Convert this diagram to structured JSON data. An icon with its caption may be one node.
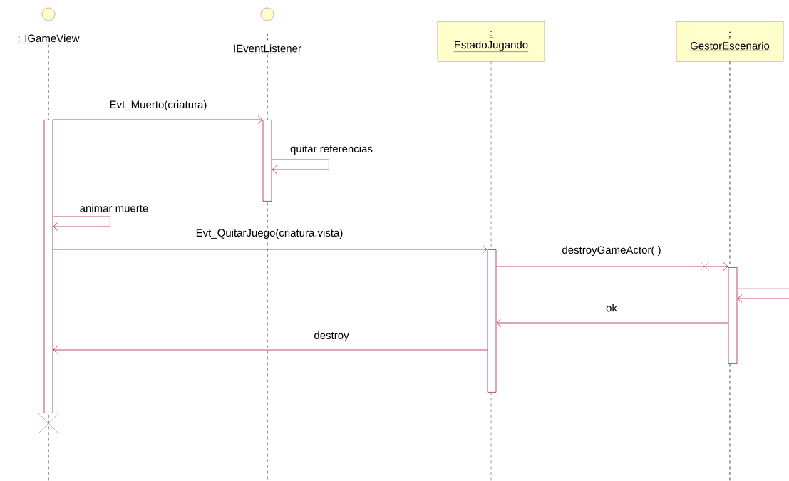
{
  "diagram": {
    "nodes": [
      {
        "text": [
          ": IGameView"
        ]
      },
      {
        "text": [
          ":",
          "IEventListener"
        ]
      },
      {
        "text": [
          ":",
          "EstadoJugando"
        ]
      },
      {
        "text": [
          ":",
          "GestorEscenario"
        ]
      },
      {
        "text": [],
        "shape": "bar"
      },
      {
        "text": [],
        "shape": "bar"
      },
      {
        "text": [],
        "shape": "bar"
      },
      {
        "text": [],
        "shape": "bar"
      }
    ],
    "edges": [
      {
        "from": 4,
        "to": 5,
        "arrow": "to",
        "label": "Evt_Muerto(criatura)"
      },
      {
        "from": 5,
        "to": 5,
        "arrow": "to",
        "label": "quitar referencias"
      },
      {
        "from": 4,
        "to": 4,
        "arrow": "to",
        "label": "animar muerte"
      },
      {
        "from": 4,
        "to": 6,
        "arrow": "to",
        "label": "Evt_QuitarJuego(criatura,vista)"
      },
      {
        "from": 6,
        "to": 7,
        "arrow": "to",
        "label": "destroyGameActor( )"
      },
      {
        "from": 7,
        "to": 7,
        "arrow": "to"
      },
      {
        "from": 7,
        "to": 6,
        "arrow": "to",
        "label": "ok"
      },
      {
        "from": 6,
        "to": 4,
        "arrow": "to",
        "label": "destroy"
      }
    ]
  }
}
